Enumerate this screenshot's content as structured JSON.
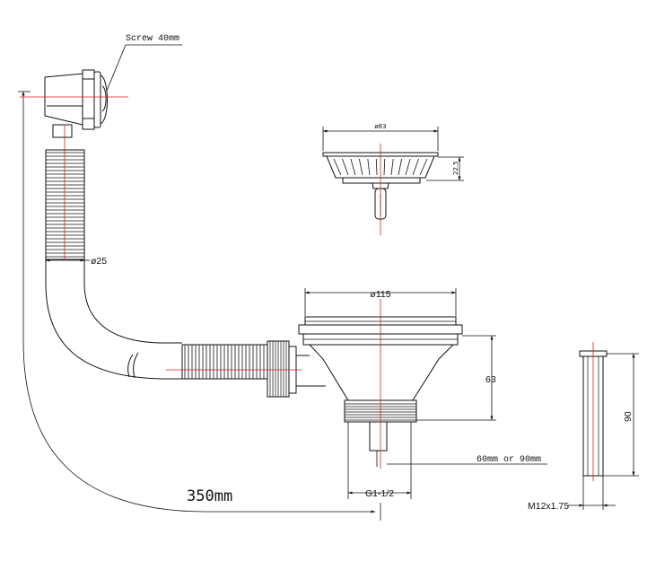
{
  "labels": {
    "screw": "Screw 40mm",
    "dia_25": "ø25",
    "dia_83": "ø83",
    "h_22_5": "22.5",
    "dia_115": "ø115",
    "h_63": "63",
    "tail": "60mm or 90mm",
    "thread": "G1-1/2",
    "length": "350mm",
    "h_90": "90",
    "bolt": "M12x1.75"
  },
  "colors": {
    "line": "#111111",
    "center": "#e21b1b",
    "fill": "#ffffff"
  }
}
